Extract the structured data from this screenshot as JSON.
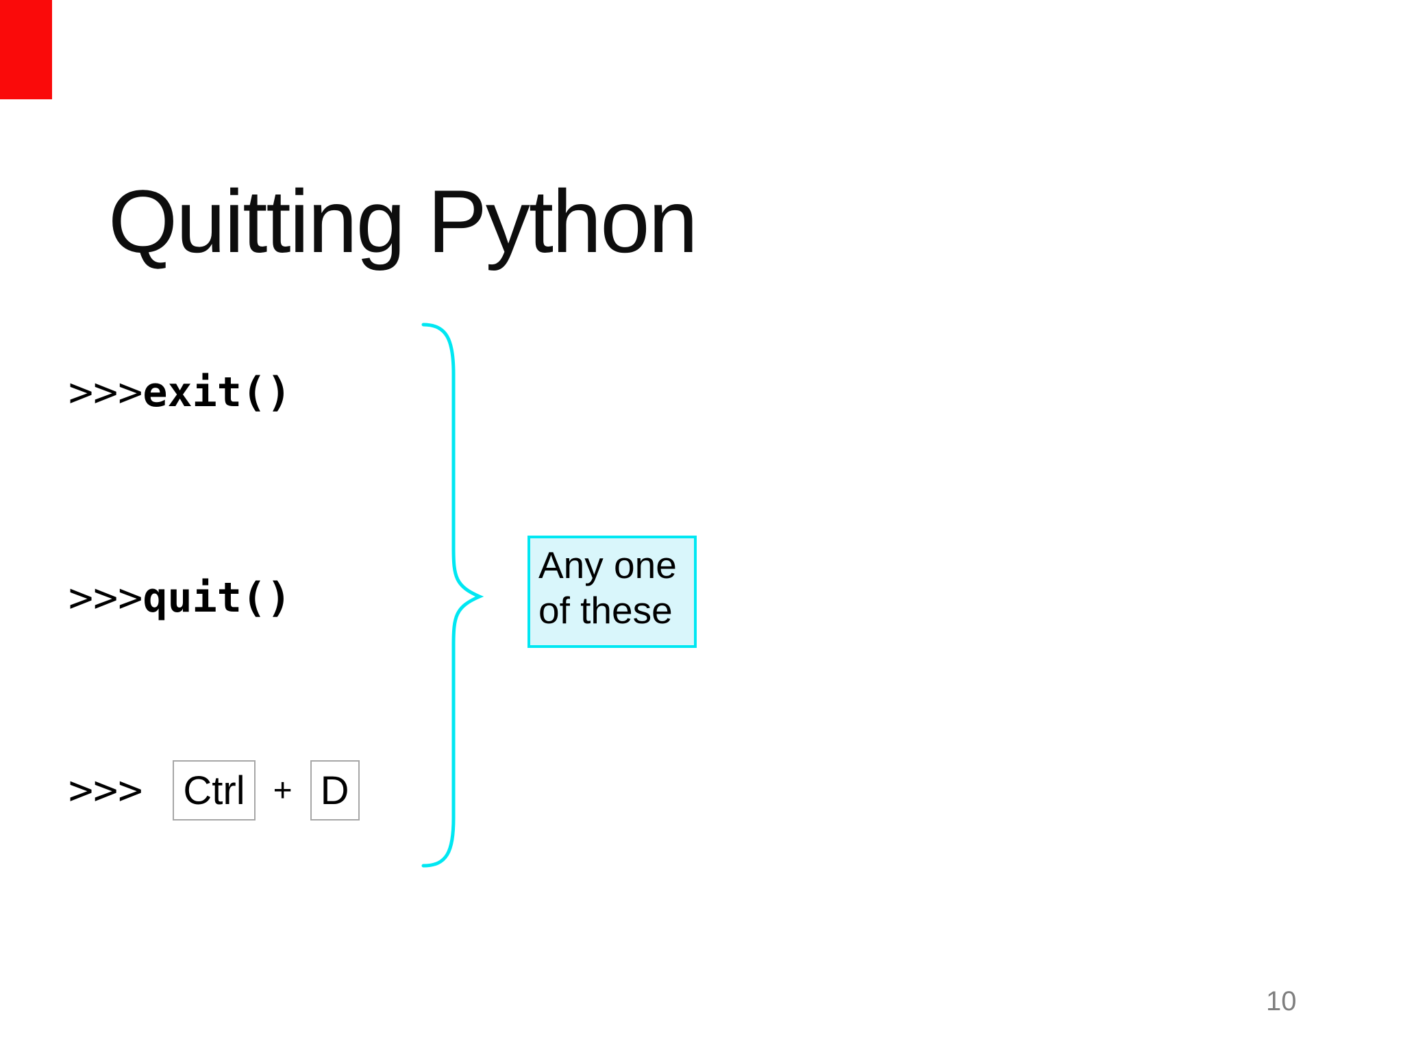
{
  "slide": {
    "title": "Quitting Python",
    "code_lines": [
      {
        "prompt": ">>>",
        "command": "exit()"
      },
      {
        "prompt": ">>>",
        "command": "quit()"
      }
    ],
    "shortcut_line": {
      "prompt": ">>>",
      "key1": "Ctrl",
      "plus": "+",
      "key2": "D"
    },
    "callout": {
      "line1": "Any one",
      "line2": "of these"
    },
    "page_number": "10",
    "colors": {
      "accent_cyan": "#00e7f2",
      "callout_fill": "#d9f6fb",
      "key_border": "#a6a6a6",
      "page_number_gray": "#7f7f7f",
      "red_marker": "#fa0a0a",
      "text_black": "#000000"
    },
    "icons": {
      "brace": "right-curly-brace-icon"
    }
  }
}
